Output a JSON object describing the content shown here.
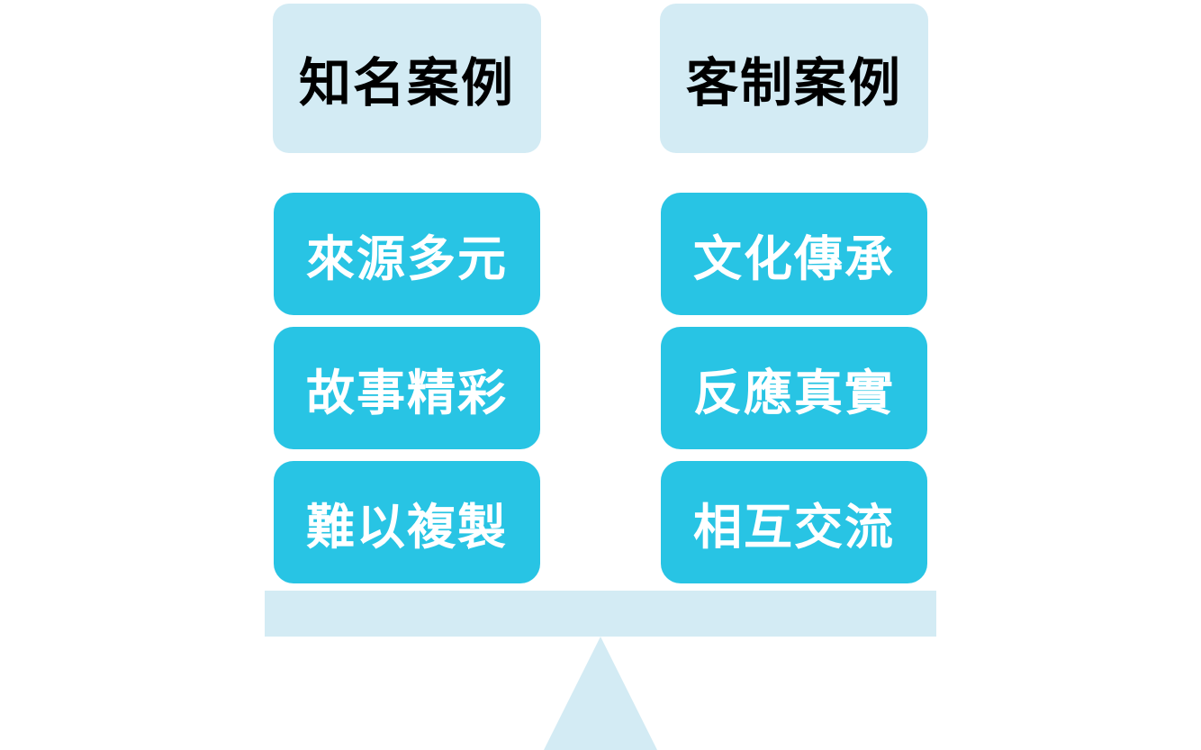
{
  "left": {
    "title": "知名案例",
    "items": [
      "來源多元",
      "故事精彩",
      "難以複製"
    ]
  },
  "right": {
    "title": "客制案例",
    "items": [
      "文化傳承",
      "反應真實",
      "相互交流"
    ]
  },
  "colors": {
    "header_fill": "#d3ebf4",
    "item_fill": "#28c4e4",
    "balance_fill": "#d3ebf4",
    "item_text": "#ffffff",
    "header_text": "#000000"
  }
}
